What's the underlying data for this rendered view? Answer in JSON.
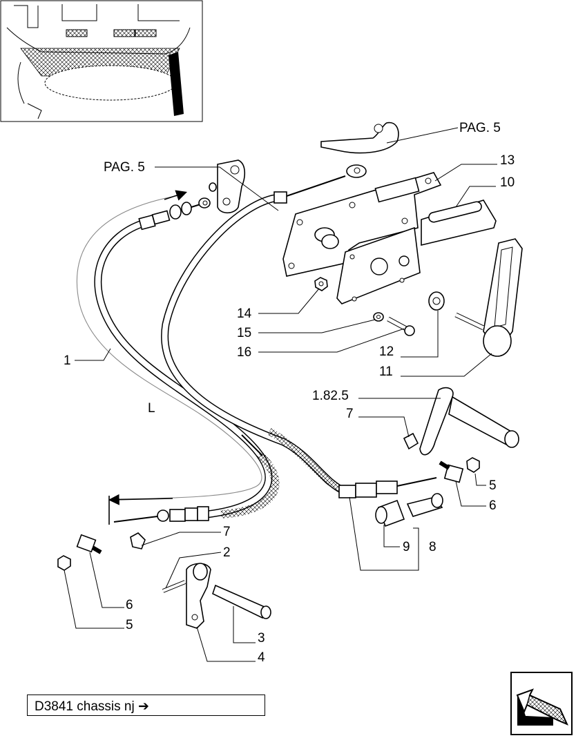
{
  "diagram": {
    "labels": {
      "pag5_top": "PAG. 5",
      "pag5_left": "PAG. 5",
      "p13": "13",
      "p10": "10",
      "p14": "14",
      "p15": "15",
      "p16": "16",
      "p12": "12",
      "p11": "11",
      "p1": "1",
      "L": "L",
      "ref_1825": "1.82.5",
      "p7_right": "7",
      "p5_right": "5",
      "p6_right": "6",
      "p9": "9",
      "p8": "8",
      "p7_left": "7",
      "p2": "2",
      "p6_left": "6",
      "p5_left": "5",
      "p3": "3",
      "p4": "4"
    }
  },
  "caption": {
    "text": "D3841 chassis nj ➔"
  },
  "navigation": {
    "icon": "arrow-back-icon"
  }
}
